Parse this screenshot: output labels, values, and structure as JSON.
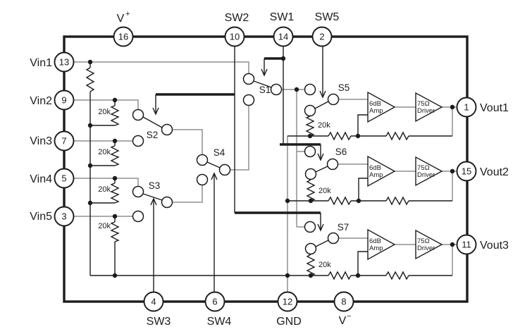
{
  "colors": {
    "line": "#1c1c1c",
    "wire": "#8f8f8f",
    "bg": "#ffffff"
  },
  "pins": {
    "top": [
      {
        "num": "16",
        "label": "V",
        "sup": "+"
      },
      {
        "num": "10",
        "label": "SW2"
      },
      {
        "num": "14",
        "label": "SW1"
      },
      {
        "num": "2",
        "label": "SW5"
      }
    ],
    "left": [
      {
        "num": "13",
        "label": "Vin1"
      },
      {
        "num": "9",
        "label": "Vin2"
      },
      {
        "num": "7",
        "label": "Vin3"
      },
      {
        "num": "5",
        "label": "Vin4"
      },
      {
        "num": "3",
        "label": "Vin5"
      }
    ],
    "bottom": [
      {
        "num": "4",
        "label": "SW3"
      },
      {
        "num": "6",
        "label": "SW4"
      },
      {
        "num": "12",
        "label": "GND"
      },
      {
        "num": "8",
        "label": "V",
        "sup": "−"
      }
    ],
    "right": [
      {
        "num": "1",
        "label": "Vout1"
      },
      {
        "num": "15",
        "label": "Vout2"
      },
      {
        "num": "11",
        "label": "Vout3"
      }
    ]
  },
  "switches": [
    {
      "label": "S1"
    },
    {
      "label": "S2"
    },
    {
      "label": "S3"
    },
    {
      "label": "S4"
    },
    {
      "label": "S5"
    },
    {
      "label": "S6"
    },
    {
      "label": "S7"
    }
  ],
  "resistor_value": "20k",
  "amplifier": {
    "gain": "6dB",
    "name": "Amp"
  },
  "driver": {
    "impedance": "75Ω",
    "name": "Driver"
  }
}
